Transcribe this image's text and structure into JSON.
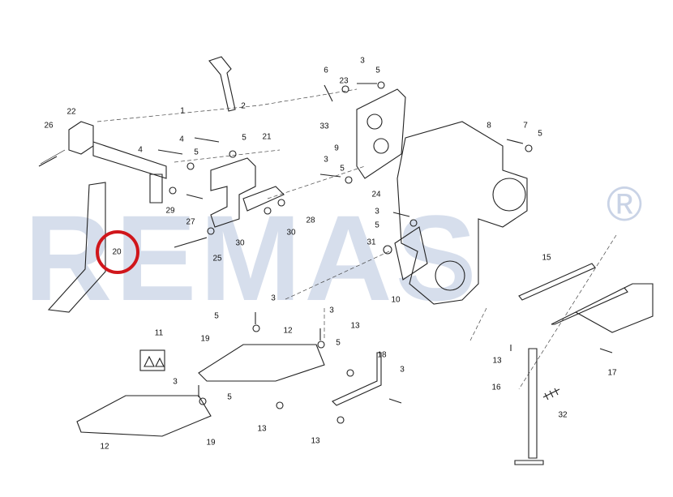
{
  "watermark": {
    "brand": "REMAS",
    "registered_mark": "®",
    "color": "#c9d3e6"
  },
  "highlight": {
    "part_number": "20",
    "color": "#d0161b"
  },
  "part_labels": [
    "22",
    "26",
    "1",
    "2",
    "4",
    "5",
    "21",
    "4",
    "5",
    "29",
    "27",
    "30",
    "28",
    "30",
    "25",
    "20",
    "6",
    "3",
    "23",
    "5",
    "33",
    "9",
    "3",
    "5",
    "24",
    "8",
    "7",
    "5",
    "3",
    "5",
    "31",
    "10",
    "15",
    "3",
    "5",
    "3",
    "12",
    "19",
    "13",
    "5",
    "11",
    "18",
    "3",
    "3",
    "5",
    "13",
    "12",
    "19",
    "13",
    "13",
    "17",
    "16",
    "32"
  ]
}
